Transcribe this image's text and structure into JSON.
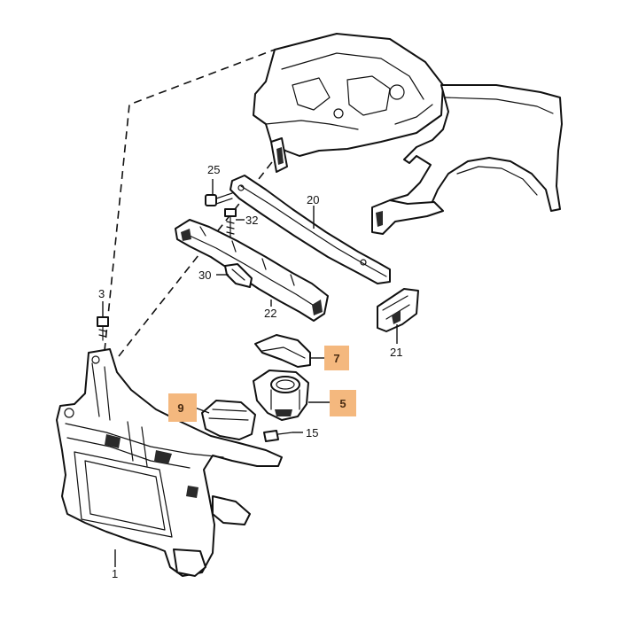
{
  "callouts": {
    "c1": "1",
    "c3": "3",
    "c5": "5",
    "c7": "7",
    "c9": "9",
    "c15": "15",
    "c20": "20",
    "c21": "21",
    "c22": "22",
    "c25": "25",
    "c30": "30",
    "c32": "32"
  },
  "highlighted_callouts": [
    "5",
    "7",
    "9"
  ],
  "colors": {
    "highlight_fill": "#f4b87e",
    "highlight_text": "#4a2c12",
    "line": "#111111"
  }
}
